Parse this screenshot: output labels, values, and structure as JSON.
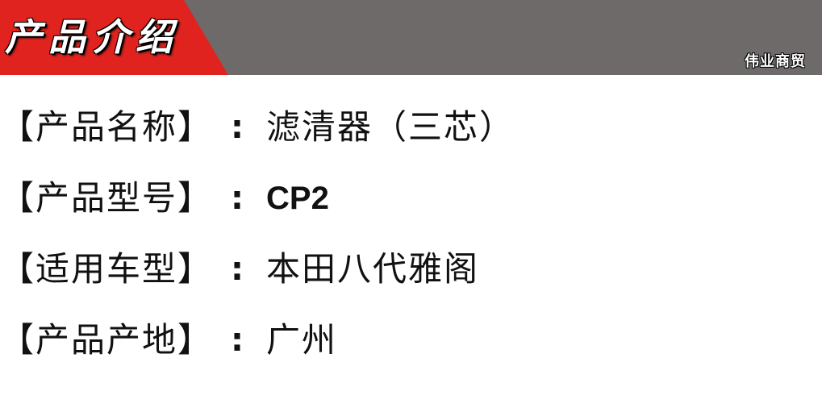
{
  "header": {
    "title": "产品介绍",
    "brand": "伟业商贸"
  },
  "specs": [
    {
      "label": "【产品名称】",
      "colon": ":",
      "value": "滤清器（三芯）"
    },
    {
      "label": "【产品型号】",
      "colon": ":",
      "value": "CP2"
    },
    {
      "label": "【适用车型】",
      "colon": ":",
      "value": "本田八代雅阁"
    },
    {
      "label": "【产品产地】",
      "colon": ":",
      "value": "广州"
    }
  ],
  "colors": {
    "banner_red": "#e0231e",
    "banner_gray": "#6e6a6a",
    "text": "#111111"
  }
}
